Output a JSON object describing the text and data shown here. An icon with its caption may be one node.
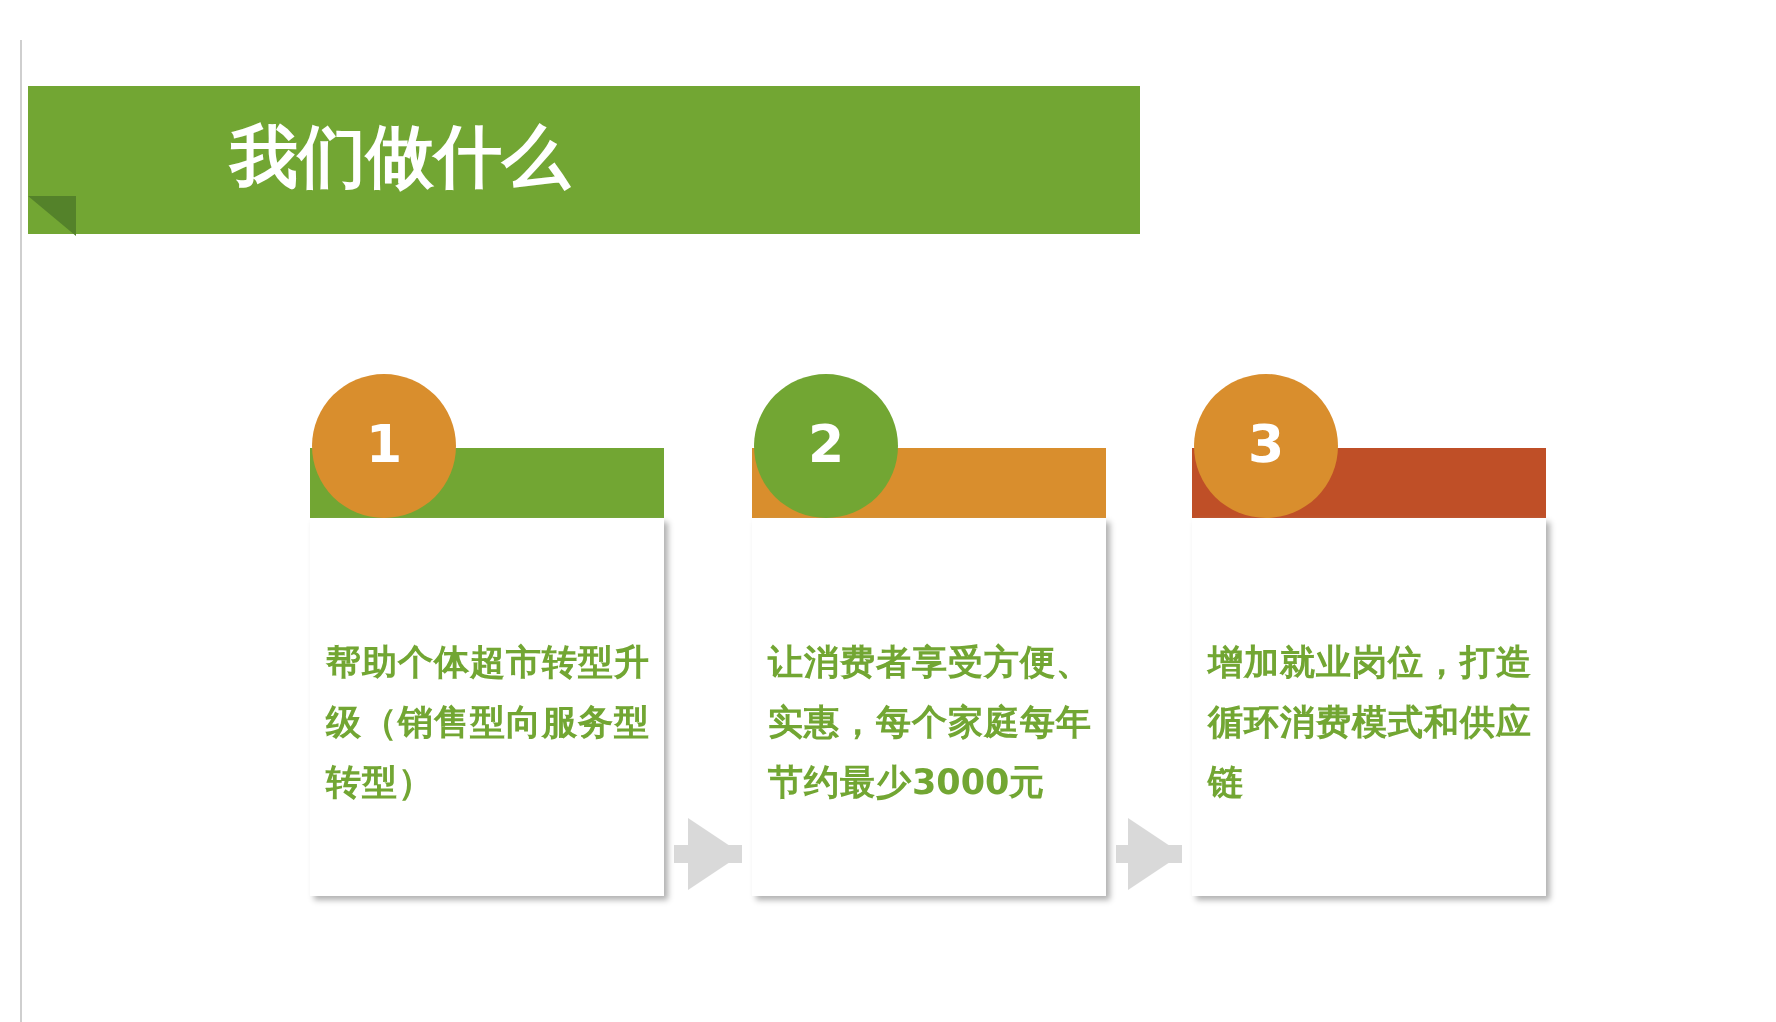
{
  "diagram": {
    "title": "我们做什么",
    "nodes": [
      {
        "text": [
          "1",
          "帮助个体超市转型升级（销售型向服务型转型）"
        ]
      },
      {
        "text": [
          "2",
          "让消费者享受方便、实惠，每个家庭每年节约最少3000元"
        ]
      },
      {
        "text": [
          "3",
          "增加就业岗位，打造循环消费模式和供应链"
        ]
      }
    ],
    "edges": [
      {
        "from": 0,
        "to": 1,
        "arrow": "to"
      },
      {
        "from": 1,
        "to": 2,
        "arrow": "to"
      }
    ]
  }
}
